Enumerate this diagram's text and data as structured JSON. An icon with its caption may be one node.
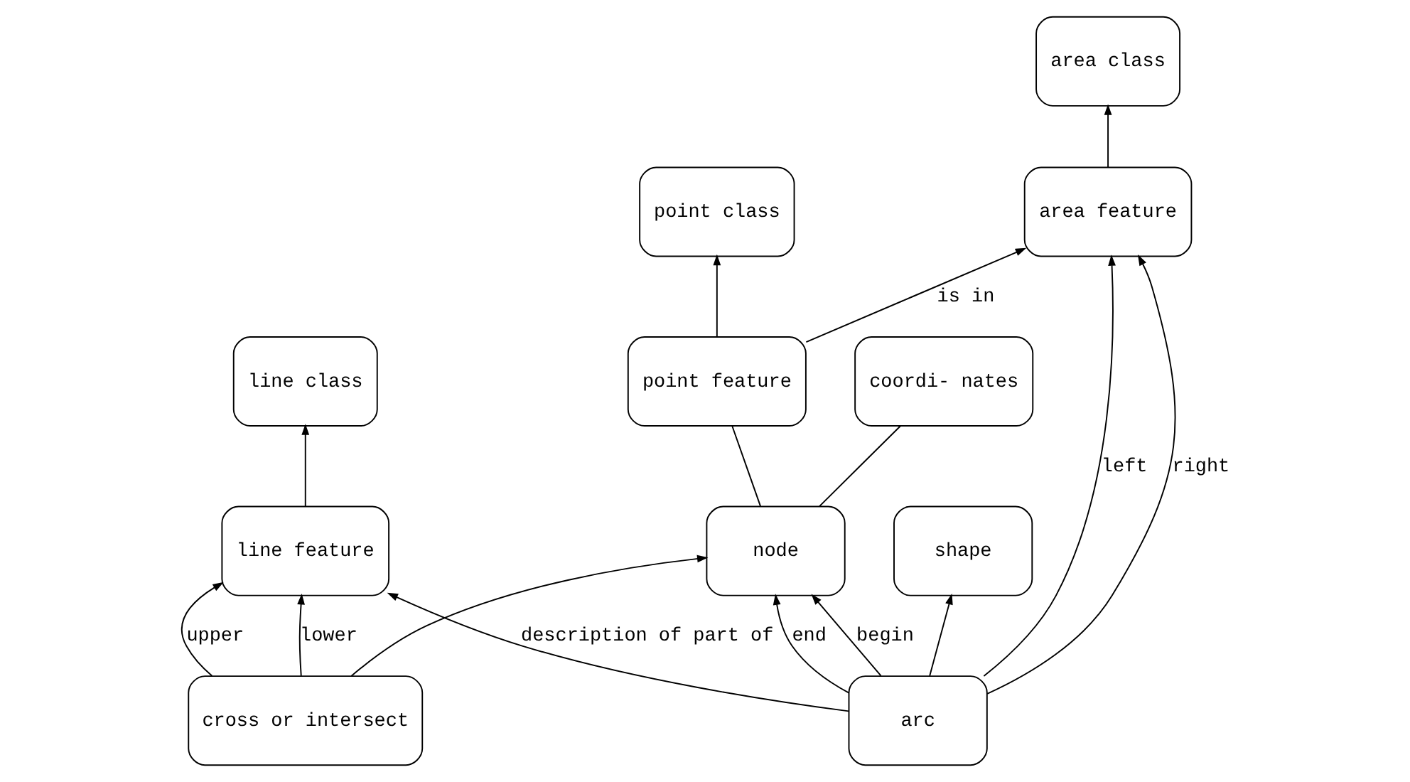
{
  "diagram": {
    "nodes": [
      {
        "text": [
          "line class"
        ]
      },
      {
        "text": [
          "point class"
        ]
      },
      {
        "text": [
          "area class"
        ]
      },
      {
        "text": [
          "line feature"
        ]
      },
      {
        "text": [
          "point feature"
        ]
      },
      {
        "text": [
          "area feature"
        ]
      },
      {
        "text": [
          "cross or intersect"
        ]
      },
      {
        "text": [
          "node"
        ]
      },
      {
        "text": [
          "arc"
        ]
      },
      {
        "text": [
          "shape"
        ]
      },
      {
        "text": [
          "coordi- nates"
        ]
      }
    ],
    "edges": [
      {
        "from": 3,
        "to": 0,
        "arrow": "to"
      },
      {
        "from": 4,
        "to": 1,
        "arrow": "to"
      },
      {
        "from": 5,
        "to": 2,
        "arrow": "to"
      },
      {
        "from": 4,
        "to": 5,
        "arrow": "to",
        "label": "is in"
      },
      {
        "from": 6,
        "to": 3,
        "arrow": "to",
        "label": "upper"
      },
      {
        "from": 6,
        "to": 3,
        "arrow": "to",
        "label": "lower"
      },
      {
        "from": 6,
        "to": 7,
        "arrow": "to"
      },
      {
        "from": 8,
        "to": 7,
        "arrow": "to",
        "label": "begin"
      },
      {
        "from": 8,
        "to": 7,
        "arrow": "to",
        "label": "end"
      },
      {
        "from": 8,
        "to": 5,
        "arrow": "to",
        "label": "left"
      },
      {
        "from": 8,
        "to": 5,
        "arrow": "to",
        "label": "right"
      },
      {
        "from": 8,
        "to": 9,
        "arrow": "to"
      },
      {
        "from": 7,
        "to": 4,
        "arrow": "none"
      },
      {
        "from": 7,
        "to": 10,
        "arrow": "none"
      },
      {
        "from": 8,
        "to": 3,
        "arrow": "to",
        "label": "description of part of"
      }
    ]
  }
}
